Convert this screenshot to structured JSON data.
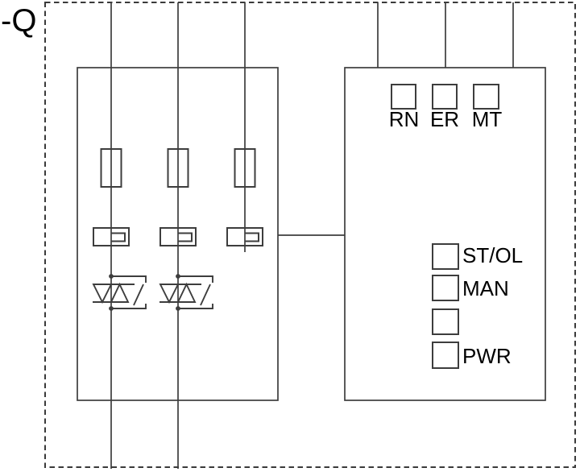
{
  "designation": "-Q",
  "colors": {
    "line": "#3d3d3d",
    "text": "#000000",
    "background": "#ffffff"
  },
  "power_block": {
    "phase_count": 3,
    "phase_symbols": [
      "fuse-icon",
      "current-sensor-icon",
      "antiparallel-thyristor-icon",
      "bypass-contact-icon"
    ]
  },
  "control_block": {
    "top_leds": [
      {
        "label": "RN"
      },
      {
        "label": "ER"
      },
      {
        "label": "MT"
      }
    ],
    "side_leds": [
      {
        "label": "ST/OL"
      },
      {
        "label": "MAN"
      },
      {
        "label": ""
      },
      {
        "label": "PWR"
      }
    ]
  }
}
